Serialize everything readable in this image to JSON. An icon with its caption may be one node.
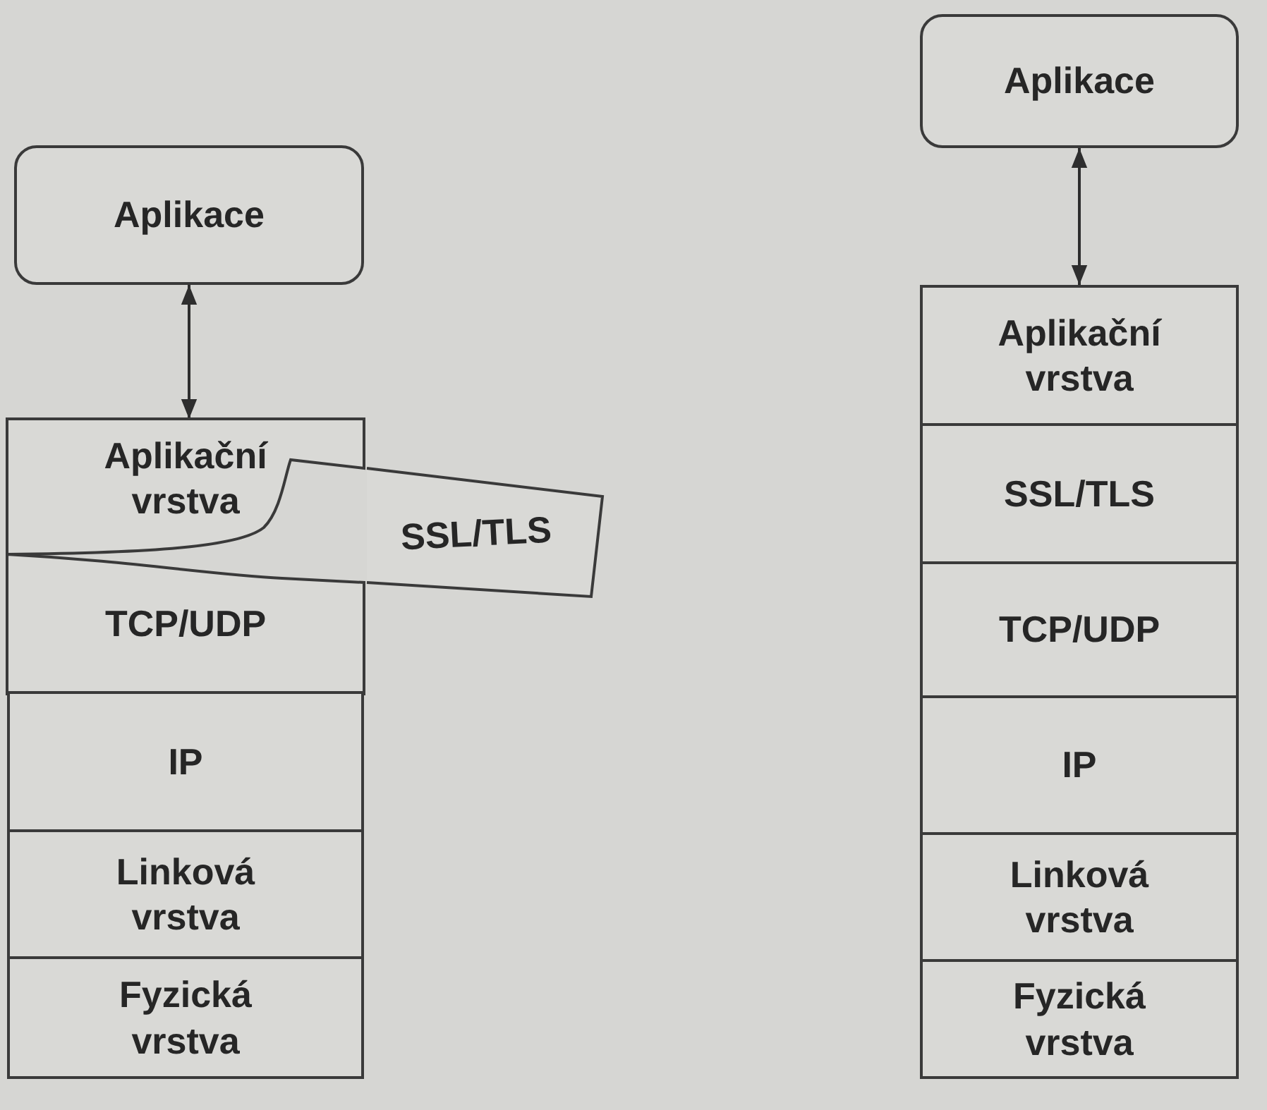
{
  "diagram": {
    "nodes": [
      {
        "text": [
          "Aplikace"
        ]
      },
      {
        "text": [
          "Aplikační vrstva"
        ]
      },
      {
        "text": [
          "SSL/TLS"
        ]
      },
      {
        "text": [
          "TCP/UDP"
        ]
      },
      {
        "text": [
          "IP"
        ]
      },
      {
        "text": [
          "Linková vrstva"
        ]
      },
      {
        "text": [
          "Fyzická vrstva"
        ]
      },
      {
        "text": [
          "Aplikace"
        ]
      },
      {
        "text": [
          "Aplikační vrstva"
        ]
      },
      {
        "text": [
          "SSL/TLS"
        ]
      },
      {
        "text": [
          "TCP/UDP"
        ]
      },
      {
        "text": [
          "IP"
        ]
      },
      {
        "text": [
          "Linková vrstva"
        ]
      },
      {
        "text": [
          "Fyzická vrstva"
        ]
      }
    ],
    "edges": [
      {
        "from": 0,
        "to": 1,
        "arrow": "both"
      },
      {
        "from": 7,
        "to": 8,
        "arrow": "both"
      }
    ]
  }
}
